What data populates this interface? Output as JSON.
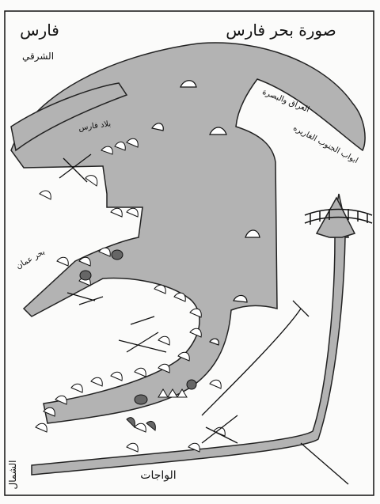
{
  "map": {
    "title": "صورة بحر فارس",
    "top_left_label": "فارس",
    "top_left_sub": "الشرقي",
    "west_label": "الشمال",
    "bottom_label": "الواجات",
    "right_label_1": "العراق والبصرة",
    "right_label_2": "ابواب الجنوب الغاريره",
    "left_label_1": "بلاد فارس",
    "left_label_2": "بحر عمان",
    "colors": {
      "sea": "#b3b3b3",
      "ink": "#111111",
      "paper": "#fbfbfa"
    }
  }
}
